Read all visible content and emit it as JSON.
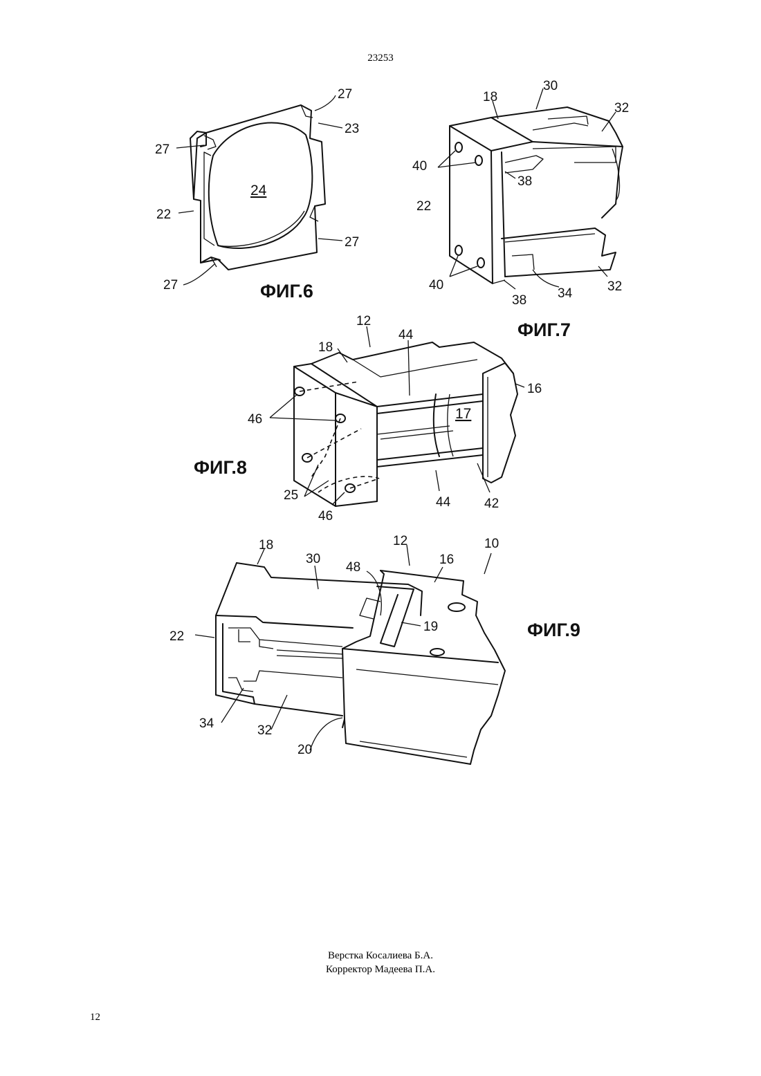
{
  "header": {
    "document_number": "23253"
  },
  "figures": {
    "fig6": {
      "caption": "ФИГ.6",
      "labels": {
        "l27a": "27",
        "l23": "23",
        "l27b": "27",
        "l24": "24",
        "l22": "22",
        "l27c": "27",
        "l27d": "27"
      }
    },
    "fig7": {
      "caption": "ФИГ.7",
      "labels": {
        "l18": "18",
        "l30": "30",
        "l32a": "32",
        "l40a": "40",
        "l38a": "38",
        "l22": "22",
        "l40b": "40",
        "l38b": "38",
        "l34": "34",
        "l32b": "32"
      }
    },
    "fig8": {
      "caption": "ФИГ.8",
      "labels": {
        "l12": "12",
        "l18": "18",
        "l44a": "44",
        "l16": "16",
        "l46a": "46",
        "l17": "17",
        "l25": "25",
        "l46b": "46",
        "l44b": "44",
        "l42": "42"
      }
    },
    "fig9": {
      "caption": "ФИГ.9",
      "labels": {
        "l18": "18",
        "l30": "30",
        "l12": "12",
        "l48": "48",
        "l16": "16",
        "l10": "10",
        "l22": "22",
        "l19": "19",
        "l34": "34",
        "l32": "32",
        "l20": "20"
      }
    }
  },
  "footer": {
    "layout_credit": "Верстка Косалиева Б.А.",
    "proofreader_credit": "Корректор Мадеева П.А.",
    "page_number": "12"
  }
}
